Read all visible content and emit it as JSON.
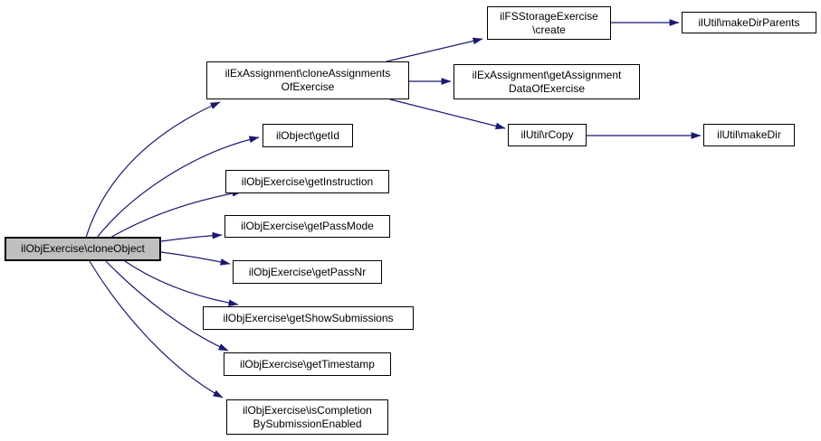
{
  "diagram": {
    "kind": "call-graph",
    "colors": {
      "edge": "#191970",
      "node_border": "#000000",
      "node_fill": "#ffffff",
      "highlight_fill": "#bfbfbf",
      "text": "#000000",
      "background": "#ffffff"
    },
    "nodes": [
      {
        "id": "cloneObject",
        "label": "ilObjExercise\\cloneObject",
        "highlighted": true
      },
      {
        "id": "cloneAssignmentsOfExercise",
        "label": "ilExAssignment\\cloneAssignments\nOfExercise",
        "highlighted": false
      },
      {
        "id": "getId",
        "label": "ilObject\\getId",
        "highlighted": false
      },
      {
        "id": "getInstruction",
        "label": "ilObjExercise\\getInstruction",
        "highlighted": false
      },
      {
        "id": "getPassMode",
        "label": "ilObjExercise\\getPassMode",
        "highlighted": false
      },
      {
        "id": "getPassNr",
        "label": "ilObjExercise\\getPassNr",
        "highlighted": false
      },
      {
        "id": "getShowSubmissions",
        "label": "ilObjExercise\\getShowSubmissions",
        "highlighted": false
      },
      {
        "id": "getTimestamp",
        "label": "ilObjExercise\\getTimestamp",
        "highlighted": false
      },
      {
        "id": "isCompletionBySubmissionEnabled",
        "label": "ilObjExercise\\isCompletion\nBySubmissionEnabled",
        "highlighted": false
      },
      {
        "id": "create",
        "label": "ilFSStorageExercise\n\\create",
        "highlighted": false
      },
      {
        "id": "getAssignmentDataOfExercise",
        "label": "ilExAssignment\\getAssignment\nDataOfExercise",
        "highlighted": false
      },
      {
        "id": "rCopy",
        "label": "ilUtil\\rCopy",
        "highlighted": false
      },
      {
        "id": "makeDirParents",
        "label": "ilUtil\\makeDirParents",
        "highlighted": false
      },
      {
        "id": "makeDir",
        "label": "ilUtil\\makeDir",
        "highlighted": false
      }
    ],
    "edges": [
      {
        "from": "cloneObject",
        "to": "cloneAssignmentsOfExercise"
      },
      {
        "from": "cloneObject",
        "to": "getId"
      },
      {
        "from": "cloneObject",
        "to": "getInstruction"
      },
      {
        "from": "cloneObject",
        "to": "getPassMode"
      },
      {
        "from": "cloneObject",
        "to": "getPassNr"
      },
      {
        "from": "cloneObject",
        "to": "getShowSubmissions"
      },
      {
        "from": "cloneObject",
        "to": "getTimestamp"
      },
      {
        "from": "cloneObject",
        "to": "isCompletionBySubmissionEnabled"
      },
      {
        "from": "cloneAssignmentsOfExercise",
        "to": "create"
      },
      {
        "from": "cloneAssignmentsOfExercise",
        "to": "getAssignmentDataOfExercise"
      },
      {
        "from": "cloneAssignmentsOfExercise",
        "to": "rCopy"
      },
      {
        "from": "create",
        "to": "makeDirParents"
      },
      {
        "from": "rCopy",
        "to": "makeDir"
      }
    ]
  }
}
